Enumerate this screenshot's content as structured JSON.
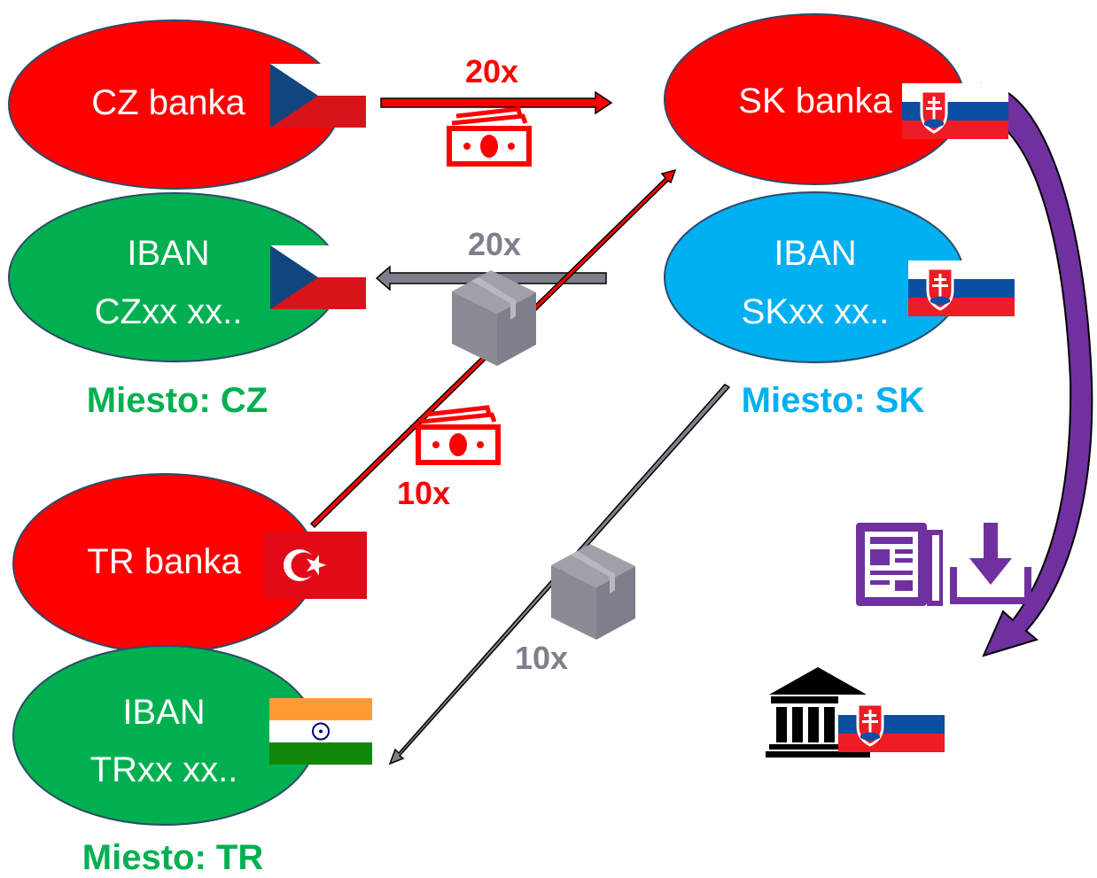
{
  "colors": {
    "bank": "#ff0000",
    "iban_green": "#00b050",
    "iban_blue": "#00b0f0",
    "money": "#ff0000",
    "goods": "#7f7f8c",
    "statement": "#7030a0"
  },
  "nodes": {
    "cz_bank": {
      "label": "CZ banka",
      "flag": "czech-flag"
    },
    "sk_bank": {
      "label": "SK banka",
      "flag": "slovak-flag"
    },
    "tr_bank": {
      "label": "TR banka",
      "flag": "turkish-flag"
    },
    "cz_iban": {
      "line1": "IBAN",
      "line2": "CZxx xx..",
      "flag": "czech-flag"
    },
    "sk_iban": {
      "line1": "IBAN",
      "line2": "SKxx xx..",
      "flag": "slovak-flag"
    },
    "tr_iban": {
      "line1": "IBAN",
      "line2": "TRxx xx..",
      "flag": "indian-flag"
    }
  },
  "cities": {
    "cz": "Miesto: CZ",
    "sk": "Miesto: SK",
    "tr": "Miesto: TR"
  },
  "flows": {
    "money_cz_to_sk": {
      "count": "20x",
      "icon": "money-icon"
    },
    "goods_sk_to_cz": {
      "count": "20x",
      "icon": "package-icon"
    },
    "money_tr_to_sk": {
      "count": "10x",
      "icon": "money-icon"
    },
    "goods_sk_to_tr": {
      "count": "10x",
      "icon": "package-icon"
    },
    "statement_sk_to_authority": {
      "icon": "statement-download-icon"
    }
  },
  "authority": {
    "icon": "bank-building-icon",
    "flag": "slovak-flag"
  }
}
